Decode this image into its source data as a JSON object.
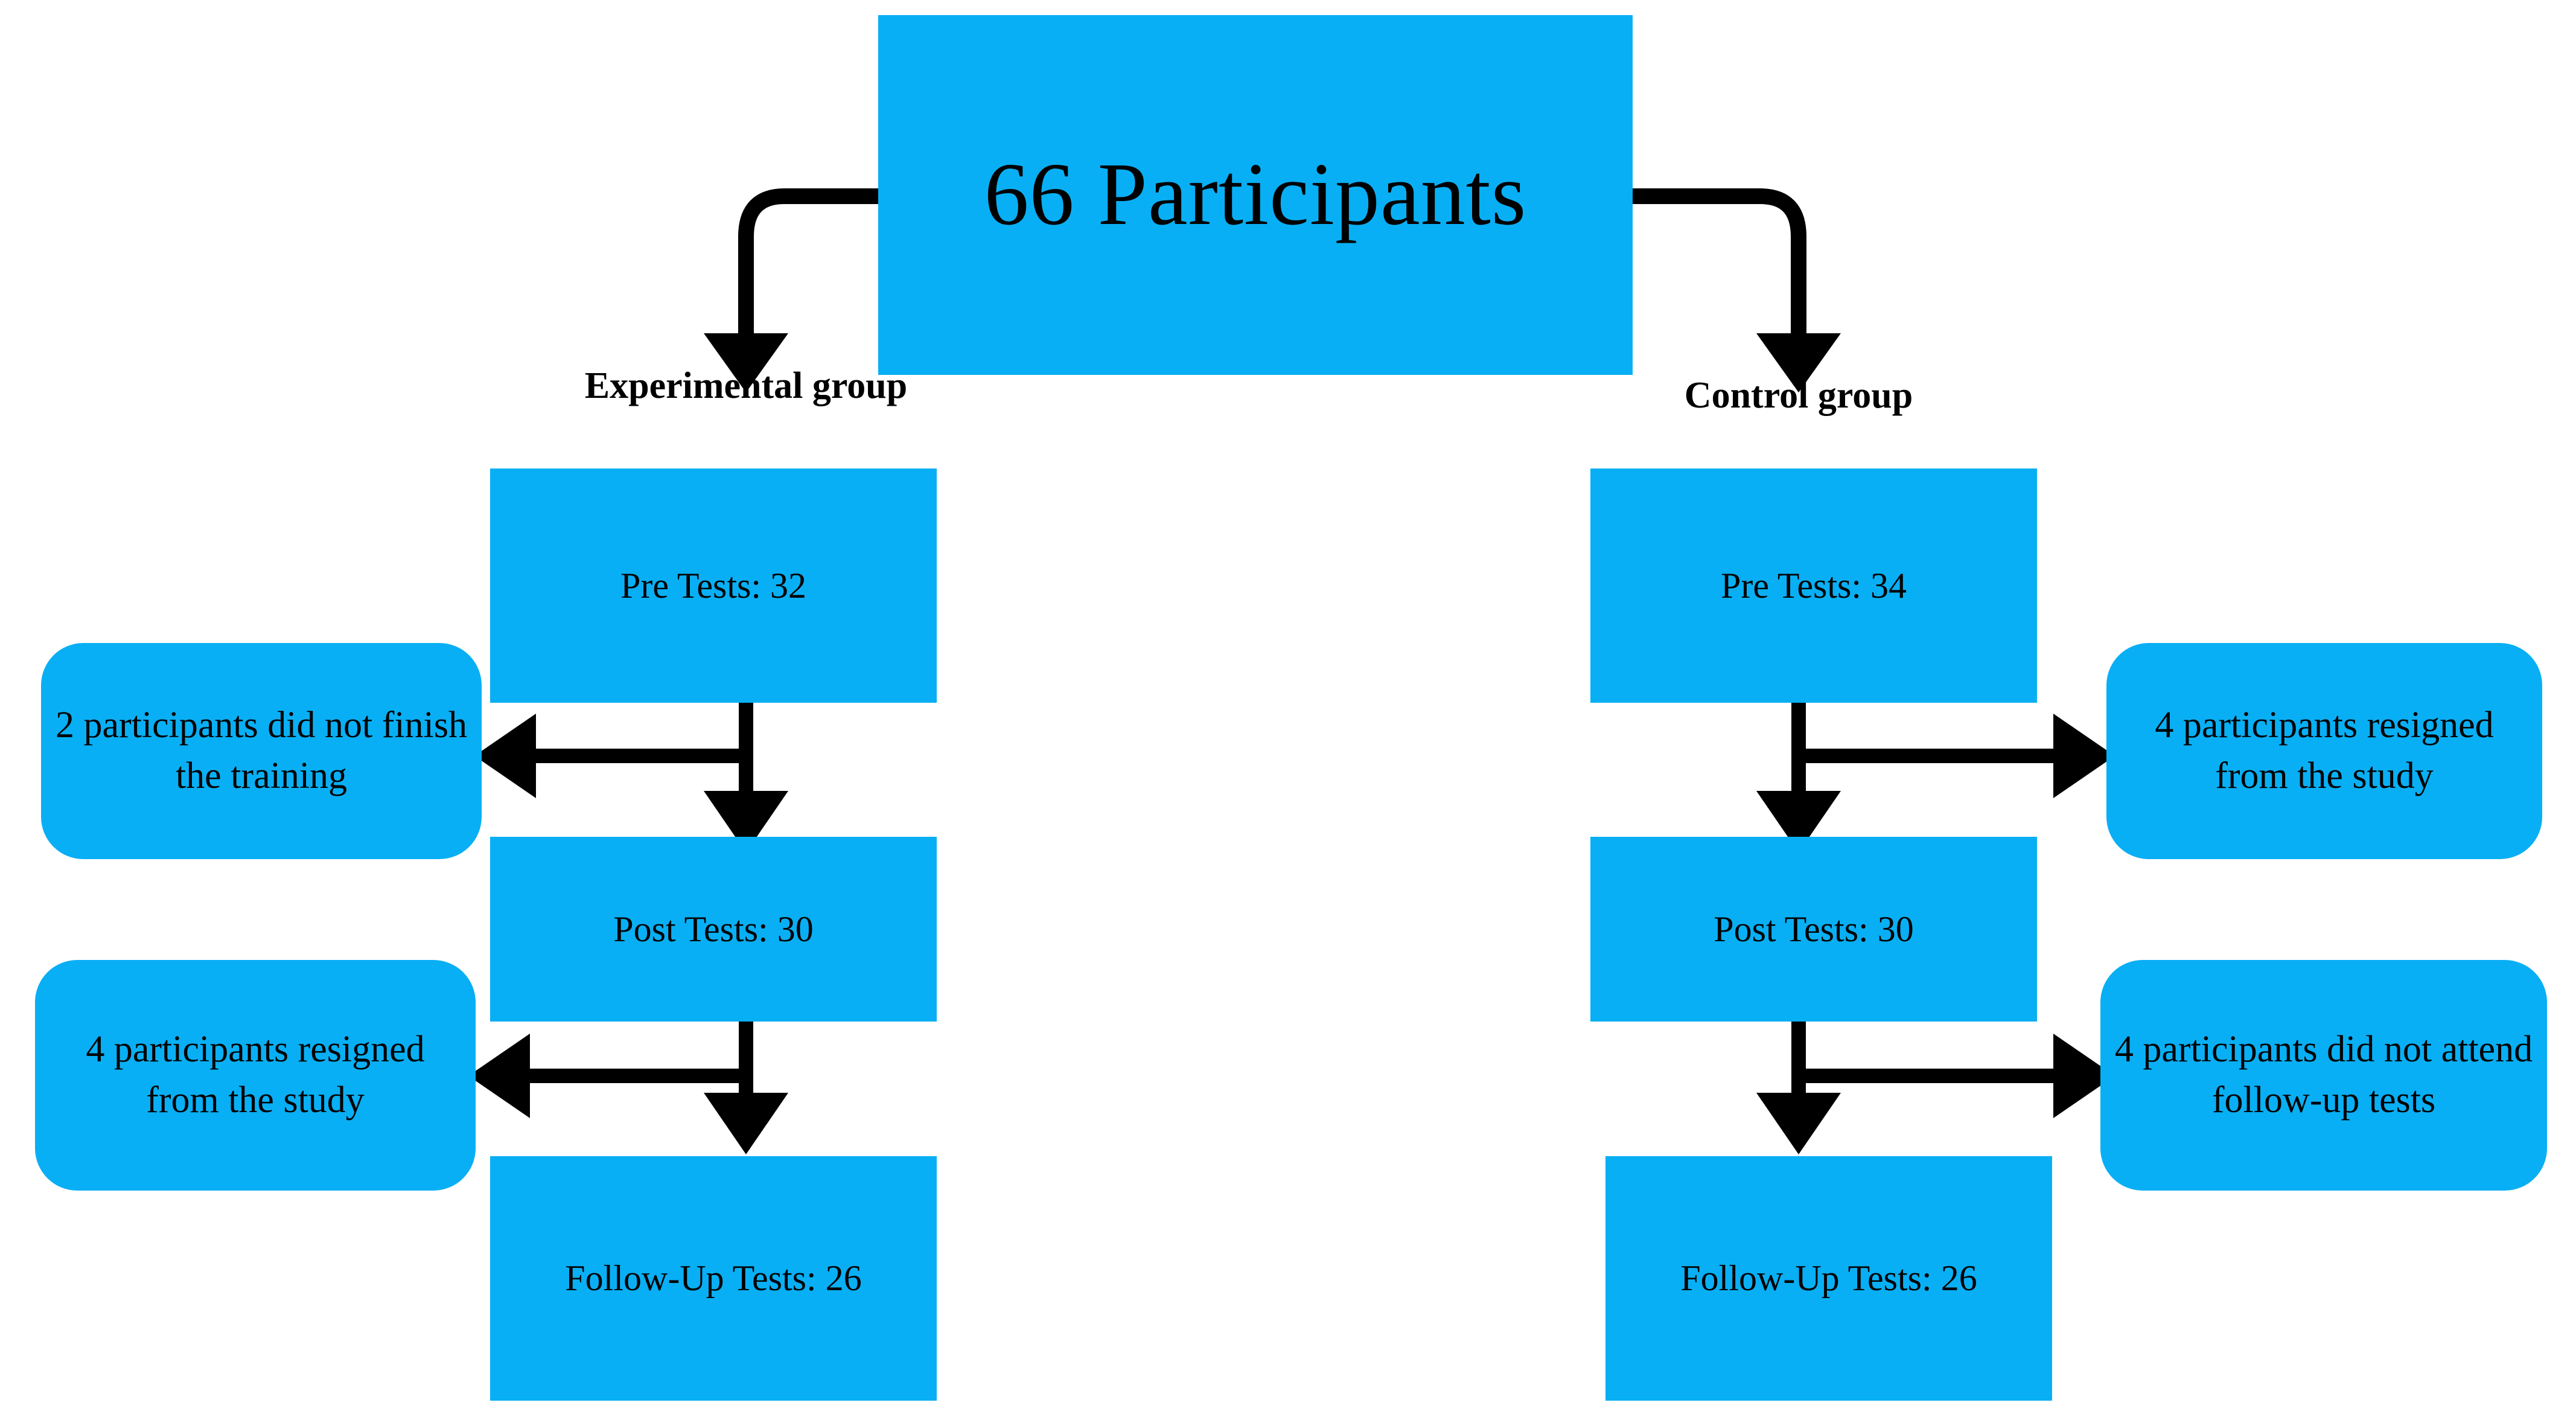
{
  "diagram": {
    "title_node": {
      "label": "66 Participants"
    },
    "branch_labels": {
      "left": "Experimental group",
      "right": "Control group"
    },
    "columns": [
      {
        "name": "experimental",
        "heading": "Experimental group",
        "stages": [
          {
            "label": "Pre Tests: 32",
            "count": 32
          },
          {
            "label": "Post Tests: 30",
            "count": 30
          },
          {
            "label": "Follow-Up Tests: 26",
            "count": 26
          }
        ],
        "attrition_notes": [
          {
            "label": "2 participants did not finish the training",
            "count": 2
          },
          {
            "label": "4 participants resigned from the study",
            "count": 4
          }
        ]
      },
      {
        "name": "control",
        "heading": "Control group",
        "stages": [
          {
            "label": "Pre Tests: 34",
            "count": 34
          },
          {
            "label": "Post Tests: 30",
            "count": 30
          },
          {
            "label": "Follow-Up Tests: 26",
            "count": 26
          }
        ],
        "attrition_notes": [
          {
            "label": "4 participants resigned from the study",
            "count": 4
          },
          {
            "label": "4 participants did not attend follow-up tests",
            "count": 4
          }
        ]
      }
    ],
    "colors": {
      "node_fill": "#09AFF4",
      "connector": "#000000",
      "text": "#000000",
      "background": "#FFFFFF"
    }
  }
}
